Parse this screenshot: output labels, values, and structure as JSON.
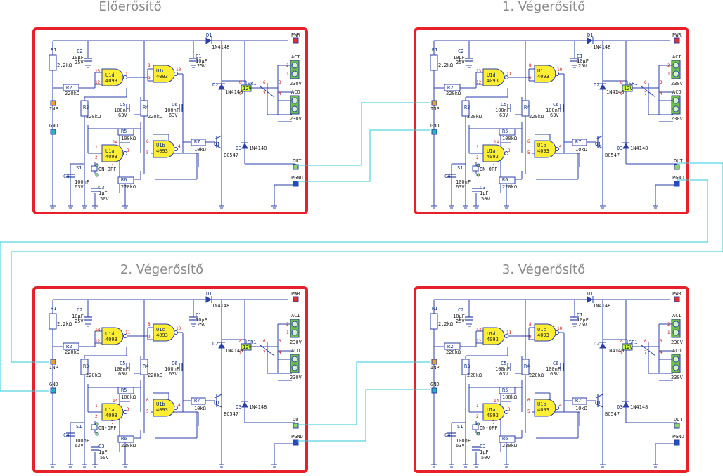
{
  "colors": {
    "border": "#e8202a",
    "wire": "#2b3fa8",
    "interconnect": "#30c8d8",
    "chip": "#ffee33",
    "relay": "#c8ff33",
    "terminal": "#6cc04a"
  },
  "stages": [
    {
      "id": "pre",
      "title": "Előerősítő"
    },
    {
      "id": "s1",
      "title": "1. Végerősítő"
    },
    {
      "id": "s2",
      "title": "2. Végerősítő"
    },
    {
      "id": "s3",
      "title": "3. Végerősítő"
    }
  ],
  "schematic": {
    "parts": {
      "R1": "R1",
      "R1v": "2,2kΩ",
      "C2": "C2",
      "C2v1": "10μF",
      "C2v2": "25V",
      "R2": "R2",
      "R2v": "220kΩ",
      "U1d": "U1d",
      "U1c": "U1c",
      "U1a": "U1a",
      "U1b": "U1b",
      "ic": "4093",
      "R3": "R3",
      "R3v": "220kΩ",
      "R4": "R4",
      "R4v": "220kΩ",
      "C5": "C5",
      "C5v1": "100nF",
      "C5v2": "63V",
      "C6": "C6",
      "C6v1": "100nF",
      "C6v2": "63V",
      "R5": "R5",
      "R5v": "100kΩ",
      "R6": "R6",
      "R6v": "220kΩ",
      "R7": "R7",
      "R7v": "10kΩ",
      "C1": "C1",
      "C1v1": "10μF",
      "C1v2": "25V",
      "D1": "D1",
      "D1v": "1N4148",
      "D2": "D2",
      "D2v": "1N4148",
      "D3": "D3",
      "D3v": "1N4148",
      "Q1": "Q1",
      "Q1v": "BC547",
      "S1": "S1",
      "S1v": "ON-OFF",
      "C4": "C4",
      "C4v1": "100nF",
      "C4v2": "63V",
      "C3": "C3",
      "C3v1": "1μF",
      "C3v2": "50V",
      "SR1": "SR1",
      "relay": "12V"
    },
    "pins": {
      "p13": "13",
      "p12": "12",
      "p11": "11",
      "p8": "8",
      "p9": "9",
      "p10": "10",
      "p14": "14",
      "p1": "1",
      "p2": "2",
      "p3": "3",
      "p6": "6",
      "p5": "5",
      "p4": "4",
      "p7": "7",
      "r8": "8",
      "r9": "9",
      "r6": "6",
      "r7": "7",
      "r3": "3",
      "r4": "4",
      "t2": "2",
      "t1": "1"
    },
    "connectors": {
      "pwr": "PWR",
      "inp": "INP",
      "gnd": "GND",
      "out": "OUT",
      "pgnd": "PGND",
      "aci": "ACI",
      "aco": "ACO",
      "v230a": "230V",
      "v230b": "230V"
    }
  }
}
